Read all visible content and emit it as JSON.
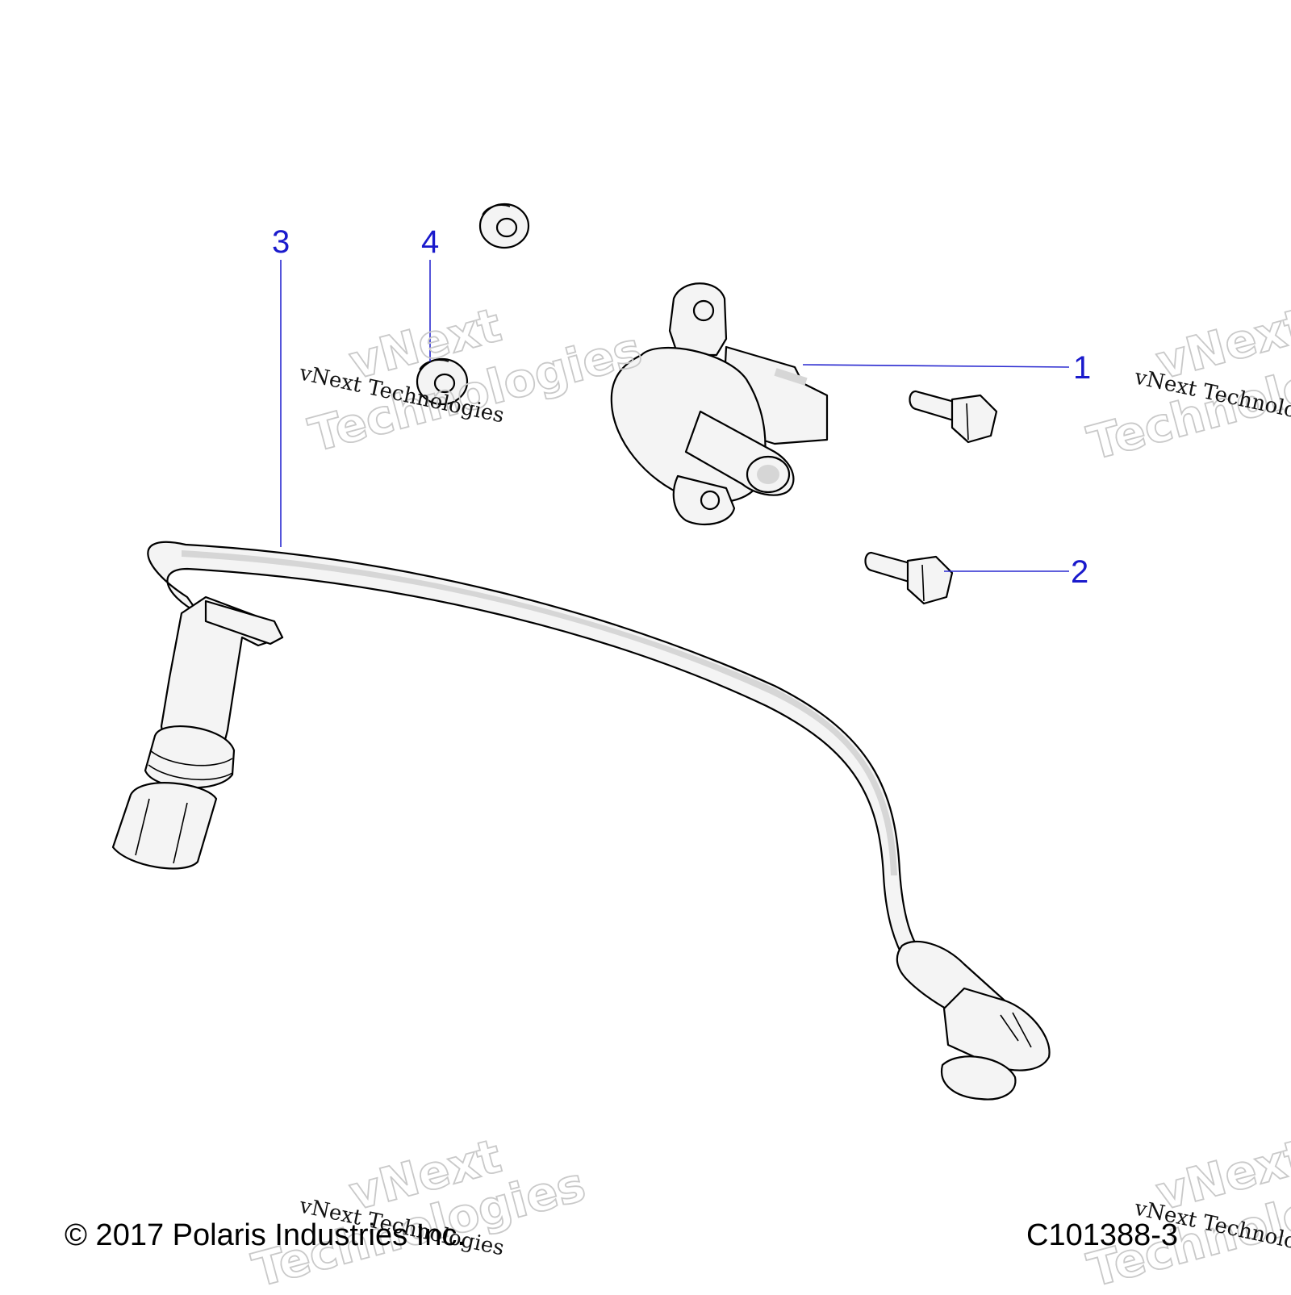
{
  "diagram": {
    "callouts": [
      {
        "id": "1",
        "label": "1"
      },
      {
        "id": "2",
        "label": "2"
      },
      {
        "id": "3",
        "label": "3"
      },
      {
        "id": "4",
        "label": "4"
      }
    ]
  },
  "watermark": {
    "line_small": "vNext Technologies",
    "line_big_1": "vNext",
    "line_big_2": "Technologies"
  },
  "footer": {
    "copyright": "© 2017 Polaris Industries Inc.",
    "figure_id": "C101388-3"
  },
  "colors": {
    "callout": "#1a1acc",
    "part_fill": "#f4f4f4",
    "watermark_outline": "#c9c9c9"
  }
}
